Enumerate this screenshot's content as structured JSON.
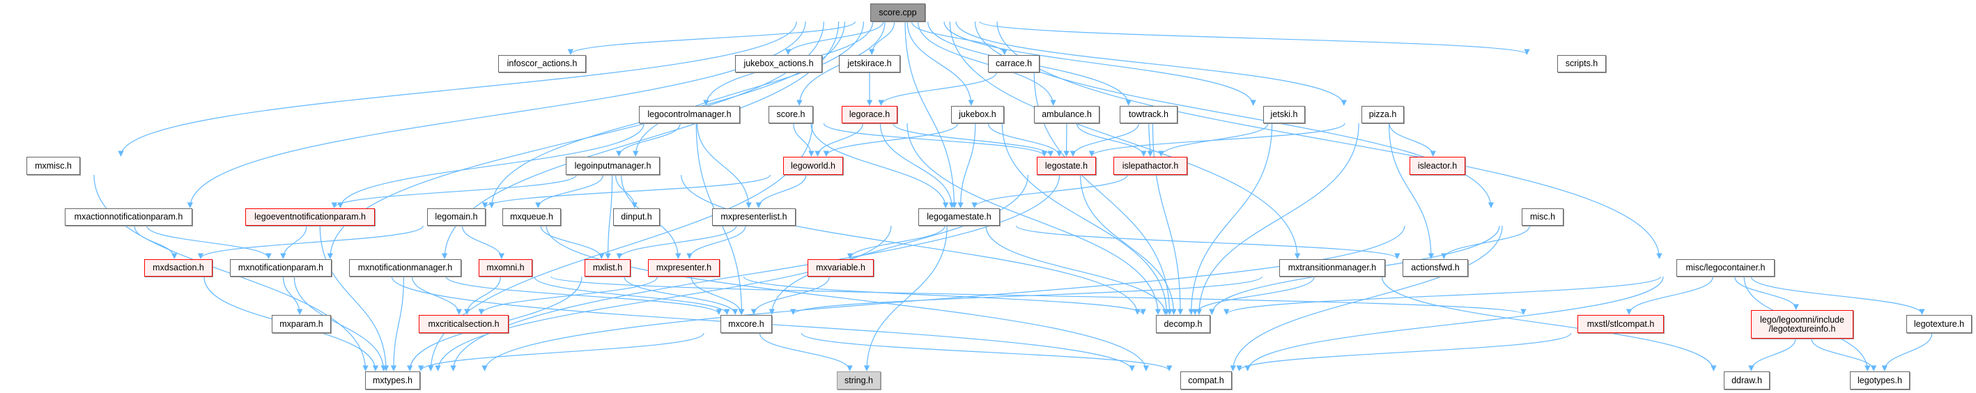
{
  "graph": {
    "title": "score.cpp",
    "colors": {
      "edge": "#63b8ff",
      "missing_border": "#ff0000",
      "missing_fill": "#fff0f0",
      "root_fill": "#999999",
      "system_fill": "#d3d3d3"
    },
    "nodes": [
      {
        "id": "score_cpp",
        "label": "score.cpp",
        "style": "root"
      },
      {
        "id": "infoscor_actions",
        "label": "infoscor_actions.h",
        "style": "normal"
      },
      {
        "id": "jukebox_actions",
        "label": "jukebox_actions.h",
        "style": "normal"
      },
      {
        "id": "jetskirace",
        "label": "jetskirace.h",
        "style": "normal"
      },
      {
        "id": "carrace",
        "label": "carrace.h",
        "style": "normal"
      },
      {
        "id": "scripts",
        "label": "scripts.h",
        "style": "normal"
      },
      {
        "id": "legocontrolmanager",
        "label": "legocontrolmanager.h",
        "style": "normal"
      },
      {
        "id": "score_h",
        "label": "score.h",
        "style": "normal"
      },
      {
        "id": "legorace",
        "label": "legorace.h",
        "style": "red"
      },
      {
        "id": "jukebox",
        "label": "jukebox.h",
        "style": "normal"
      },
      {
        "id": "ambulance",
        "label": "ambulance.h",
        "style": "normal"
      },
      {
        "id": "towtrack",
        "label": "towtrack.h",
        "style": "normal"
      },
      {
        "id": "jetski",
        "label": "jetski.h",
        "style": "normal"
      },
      {
        "id": "pizza",
        "label": "pizza.h",
        "style": "normal"
      },
      {
        "id": "mxmisc",
        "label": "mxmisc.h",
        "style": "normal"
      },
      {
        "id": "legoinputmanager",
        "label": "legoinputmanager.h",
        "style": "normal"
      },
      {
        "id": "legoworld",
        "label": "legoworld.h",
        "style": "red"
      },
      {
        "id": "legostate",
        "label": "legostate.h",
        "style": "red"
      },
      {
        "id": "islepathactor",
        "label": "islepathactor.h",
        "style": "red"
      },
      {
        "id": "isleactor",
        "label": "isleactor.h",
        "style": "red"
      },
      {
        "id": "mxactionnotificationparam",
        "label": "mxactionnotificationparam.h",
        "style": "normal"
      },
      {
        "id": "legoeventnotificationparam",
        "label": "legoeventnotificationparam.h",
        "style": "red"
      },
      {
        "id": "legomain",
        "label": "legomain.h",
        "style": "normal"
      },
      {
        "id": "mxqueue",
        "label": "mxqueue.h",
        "style": "normal"
      },
      {
        "id": "dinput",
        "label": "dinput.h",
        "style": "normal"
      },
      {
        "id": "mxpresenterlist",
        "label": "mxpresenterlist.h",
        "style": "normal"
      },
      {
        "id": "legogamestate",
        "label": "legogamestate.h",
        "style": "normal"
      },
      {
        "id": "misc",
        "label": "misc.h",
        "style": "normal"
      },
      {
        "id": "mxdsaction",
        "label": "mxdsaction.h",
        "style": "red"
      },
      {
        "id": "mxnotificationparam",
        "label": "mxnotificationparam.h",
        "style": "normal"
      },
      {
        "id": "mxnotificationmanager",
        "label": "mxnotificationmanager.h",
        "style": "normal"
      },
      {
        "id": "mxomni",
        "label": "mxomni.h",
        "style": "red"
      },
      {
        "id": "mxlist",
        "label": "mxlist.h",
        "style": "red"
      },
      {
        "id": "mxpresenter",
        "label": "mxpresenter.h",
        "style": "red"
      },
      {
        "id": "mxvariable",
        "label": "mxvariable.h",
        "style": "red"
      },
      {
        "id": "mxtransitionmanager",
        "label": "mxtransitionmanager.h",
        "style": "normal"
      },
      {
        "id": "actionsfwd",
        "label": "actionsfwd.h",
        "style": "normal"
      },
      {
        "id": "legocontainer",
        "label": "misc/legocontainer.h",
        "style": "normal"
      },
      {
        "id": "mxparam",
        "label": "mxparam.h",
        "style": "normal"
      },
      {
        "id": "mxcriticalsection",
        "label": "mxcriticalsection.h",
        "style": "red"
      },
      {
        "id": "mxcore",
        "label": "mxcore.h",
        "style": "normal"
      },
      {
        "id": "decomp",
        "label": "decomp.h",
        "style": "normal"
      },
      {
        "id": "stlcompat",
        "label": "mxstl/stlcompat.h",
        "style": "red"
      },
      {
        "id": "legotextureinfo",
        "label": "lego/legoomni/include\n/legotextureinfo.h",
        "style": "red"
      },
      {
        "id": "legotexture",
        "label": "legotexture.h",
        "style": "normal"
      },
      {
        "id": "mxtypes",
        "label": "mxtypes.h",
        "style": "normal"
      },
      {
        "id": "string_h",
        "label": "string.h",
        "style": "gray"
      },
      {
        "id": "compat",
        "label": "compat.h",
        "style": "normal"
      },
      {
        "id": "ddraw",
        "label": "ddraw.h",
        "style": "normal"
      },
      {
        "id": "legotypes",
        "label": "legotypes.h",
        "style": "normal"
      }
    ],
    "edges": [
      [
        "score_cpp",
        "mxmisc"
      ],
      [
        "score_cpp",
        "mxactionnotificationparam"
      ],
      [
        "score_cpp",
        "mxnotificationparam"
      ],
      [
        "score_cpp",
        "mxnotificationmanager"
      ],
      [
        "score_cpp",
        "legomain"
      ],
      [
        "score_cpp",
        "infoscor_actions"
      ],
      [
        "score_cpp",
        "legoinputmanager"
      ],
      [
        "score_cpp",
        "legocontrolmanager"
      ],
      [
        "score_cpp",
        "score_h"
      ],
      [
        "score_cpp",
        "jukebox_actions"
      ],
      [
        "score_cpp",
        "jetskirace"
      ],
      [
        "score_cpp",
        "legogamestate"
      ],
      [
        "score_cpp",
        "jukebox"
      ],
      [
        "score_cpp",
        "carrace"
      ],
      [
        "score_cpp",
        "ambulance"
      ],
      [
        "score_cpp",
        "towtrack"
      ],
      [
        "score_cpp",
        "jetski"
      ],
      [
        "score_cpp",
        "mxtransitionmanager"
      ],
      [
        "score_cpp",
        "pizza"
      ],
      [
        "score_cpp",
        "misc"
      ],
      [
        "score_cpp",
        "scripts"
      ],
      [
        "score_cpp",
        "legocontainer"
      ],
      [
        "mxmisc",
        "mxtypes"
      ],
      [
        "mxactionnotificationparam",
        "mxdsaction"
      ],
      [
        "mxactionnotificationparam",
        "mxnotificationparam"
      ],
      [
        "legoeventnotificationparam",
        "mxnotificationparam"
      ],
      [
        "legoeventnotificationparam",
        "mxtypes"
      ],
      [
        "mxdsaction",
        "mxtypes"
      ],
      [
        "mxnotificationparam",
        "mxparam"
      ],
      [
        "mxnotificationparam",
        "mxtypes"
      ],
      [
        "mxnotificationparam",
        "compat"
      ],
      [
        "mxnotificationmanager",
        "mxtypes"
      ],
      [
        "mxnotificationmanager",
        "mxcriticalsection"
      ],
      [
        "mxnotificationmanager",
        "mxcore"
      ],
      [
        "mxnotificationmanager",
        "stlcompat"
      ],
      [
        "legomain",
        "mxdsaction"
      ],
      [
        "legomain",
        "mxomni"
      ],
      [
        "legomain",
        "compat"
      ],
      [
        "mxomni",
        "mxcriticalsection"
      ],
      [
        "mxomni",
        "mxcore"
      ],
      [
        "mxqueue",
        "mxlist"
      ],
      [
        "legoinputmanager",
        "legoeventnotificationparam"
      ],
      [
        "legoinputmanager",
        "mxqueue"
      ],
      [
        "legoinputmanager",
        "mxlist"
      ],
      [
        "legoinputmanager",
        "dinput"
      ],
      [
        "legoinputmanager",
        "mxpresenter"
      ],
      [
        "legoinputmanager",
        "decomp"
      ],
      [
        "mxlist",
        "mxtypes"
      ],
      [
        "mxlist",
        "mxcore"
      ],
      [
        "mxpresenter",
        "mxcriticalsection"
      ],
      [
        "mxpresenter",
        "mxcore"
      ],
      [
        "mxpresenter",
        "decomp"
      ],
      [
        "legocontrolmanager",
        "legoeventnotificationparam"
      ],
      [
        "legocontrolmanager",
        "legoinputmanager"
      ],
      [
        "legocontrolmanager",
        "mxpresenterlist"
      ],
      [
        "legocontrolmanager",
        "mxcore"
      ],
      [
        "score_h",
        "legoworld"
      ],
      [
        "score_h",
        "legostate"
      ],
      [
        "score_h",
        "legogamestate"
      ],
      [
        "legorace",
        "legoworld"
      ],
      [
        "legorace",
        "legostate"
      ],
      [
        "legorace",
        "legogamestate"
      ],
      [
        "legorace",
        "decomp"
      ],
      [
        "legorace",
        "mxtypes"
      ],
      [
        "jetskirace",
        "legorace"
      ],
      [
        "carrace",
        "legorace"
      ],
      [
        "carrace",
        "decomp"
      ],
      [
        "jukebox",
        "legoworld"
      ],
      [
        "jukebox",
        "legostate"
      ],
      [
        "jukebox",
        "legogamestate"
      ],
      [
        "jukebox",
        "decomp"
      ],
      [
        "ambulance",
        "legostate"
      ],
      [
        "ambulance",
        "islepathactor"
      ],
      [
        "towtrack",
        "legostate"
      ],
      [
        "towtrack",
        "islepathactor"
      ],
      [
        "towtrack",
        "decomp"
      ],
      [
        "jetski",
        "islepathactor"
      ],
      [
        "jetski",
        "decomp"
      ],
      [
        "pizza",
        "legostate"
      ],
      [
        "pizza",
        "isleactor"
      ],
      [
        "pizza",
        "actionsfwd"
      ],
      [
        "pizza",
        "decomp"
      ],
      [
        "legoworld",
        "legomain"
      ],
      [
        "legoworld",
        "mxpresenterlist"
      ],
      [
        "legostate",
        "decomp"
      ],
      [
        "legostate",
        "mxcore"
      ],
      [
        "islepathactor",
        "legogamestate"
      ],
      [
        "islepathactor",
        "mxtypes"
      ],
      [
        "mxpresenterlist",
        "mxlist"
      ],
      [
        "mxpresenterlist",
        "mxpresenter"
      ],
      [
        "legogamestate",
        "actionsfwd"
      ],
      [
        "legogamestate",
        "mxvariable"
      ],
      [
        "legogamestate",
        "decomp"
      ],
      [
        "legogamestate",
        "mxtypes"
      ],
      [
        "legogamestate",
        "string_h"
      ],
      [
        "mxvariable",
        "mxcore"
      ],
      [
        "mxcore",
        "mxtypes"
      ],
      [
        "mxcore",
        "string_h"
      ],
      [
        "mxcore",
        "compat"
      ],
      [
        "mxtransitionmanager",
        "mxcore"
      ],
      [
        "mxtransitionmanager",
        "decomp"
      ],
      [
        "mxtransitionmanager",
        "ddraw"
      ],
      [
        "misc",
        "actionsfwd"
      ],
      [
        "misc",
        "decomp"
      ],
      [
        "misc",
        "compat"
      ],
      [
        "misc",
        "mxtypes"
      ],
      [
        "legocontainer",
        "decomp"
      ],
      [
        "legocontainer",
        "stlcompat"
      ],
      [
        "legocontainer",
        "legotextureinfo"
      ],
      [
        "legocontainer",
        "legotexture"
      ],
      [
        "legocontainer",
        "legotypes"
      ],
      [
        "legocontainer",
        "compat"
      ],
      [
        "stlcompat",
        "compat"
      ],
      [
        "legotextureinfo",
        "ddraw"
      ],
      [
        "legotextureinfo",
        "legotypes"
      ],
      [
        "legotexture",
        "legotypes"
      ]
    ]
  }
}
